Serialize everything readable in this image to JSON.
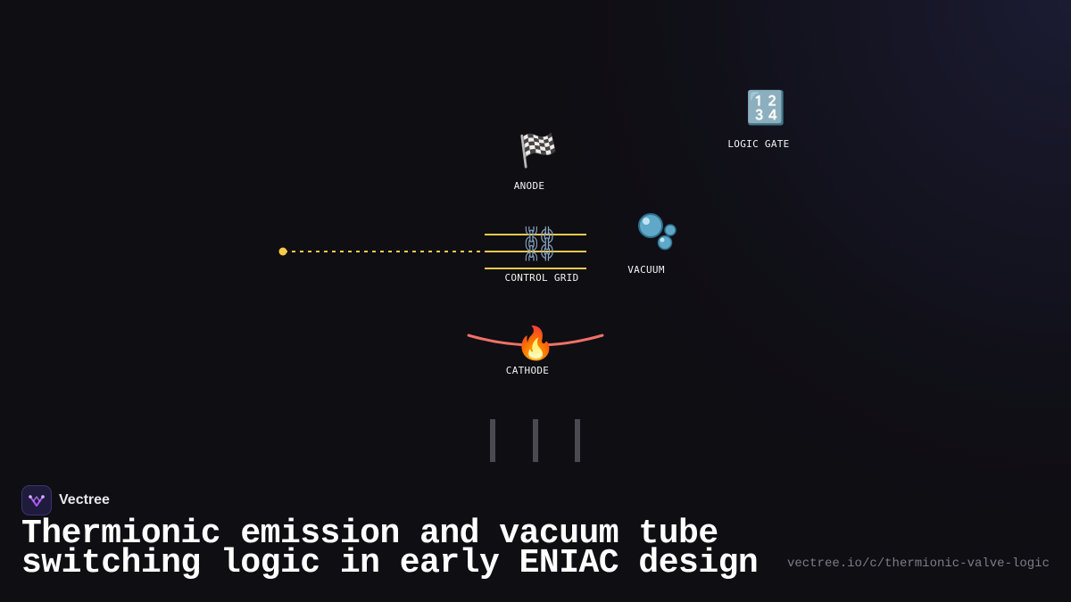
{
  "diagram": {
    "nodes": {
      "logic_gate": {
        "icon": "input-numbers-icon",
        "glyph": "🔢",
        "label": "LOGIC GATE"
      },
      "anode": {
        "icon": "checkered-flag-icon",
        "glyph": "🏁",
        "label": "ANODE"
      },
      "control_grid": {
        "icon": "chain-icon",
        "glyph": "⛓",
        "label": "CONTROL GRID"
      },
      "vacuum": {
        "icon": "bubbles-icon",
        "glyph": "🫧",
        "label": "VACUUM"
      },
      "cathode": {
        "icon": "fire-icon",
        "glyph": "🔥",
        "label": "CATHODE"
      }
    },
    "colors": {
      "grid_line": "#f2c94c",
      "signal": "#f7c948",
      "filament": "#f07167",
      "pins": "#4a4a50",
      "label": "#f2f2f2"
    }
  },
  "branding": {
    "name": "Vectree",
    "logo_icon": "vectree-logo-icon",
    "accent": "#a855f7"
  },
  "title": "Thermionic emission and vacuum tube\nswitching logic in early ENIAC design",
  "url": "vectree.io/c/thermionic-valve-logic"
}
